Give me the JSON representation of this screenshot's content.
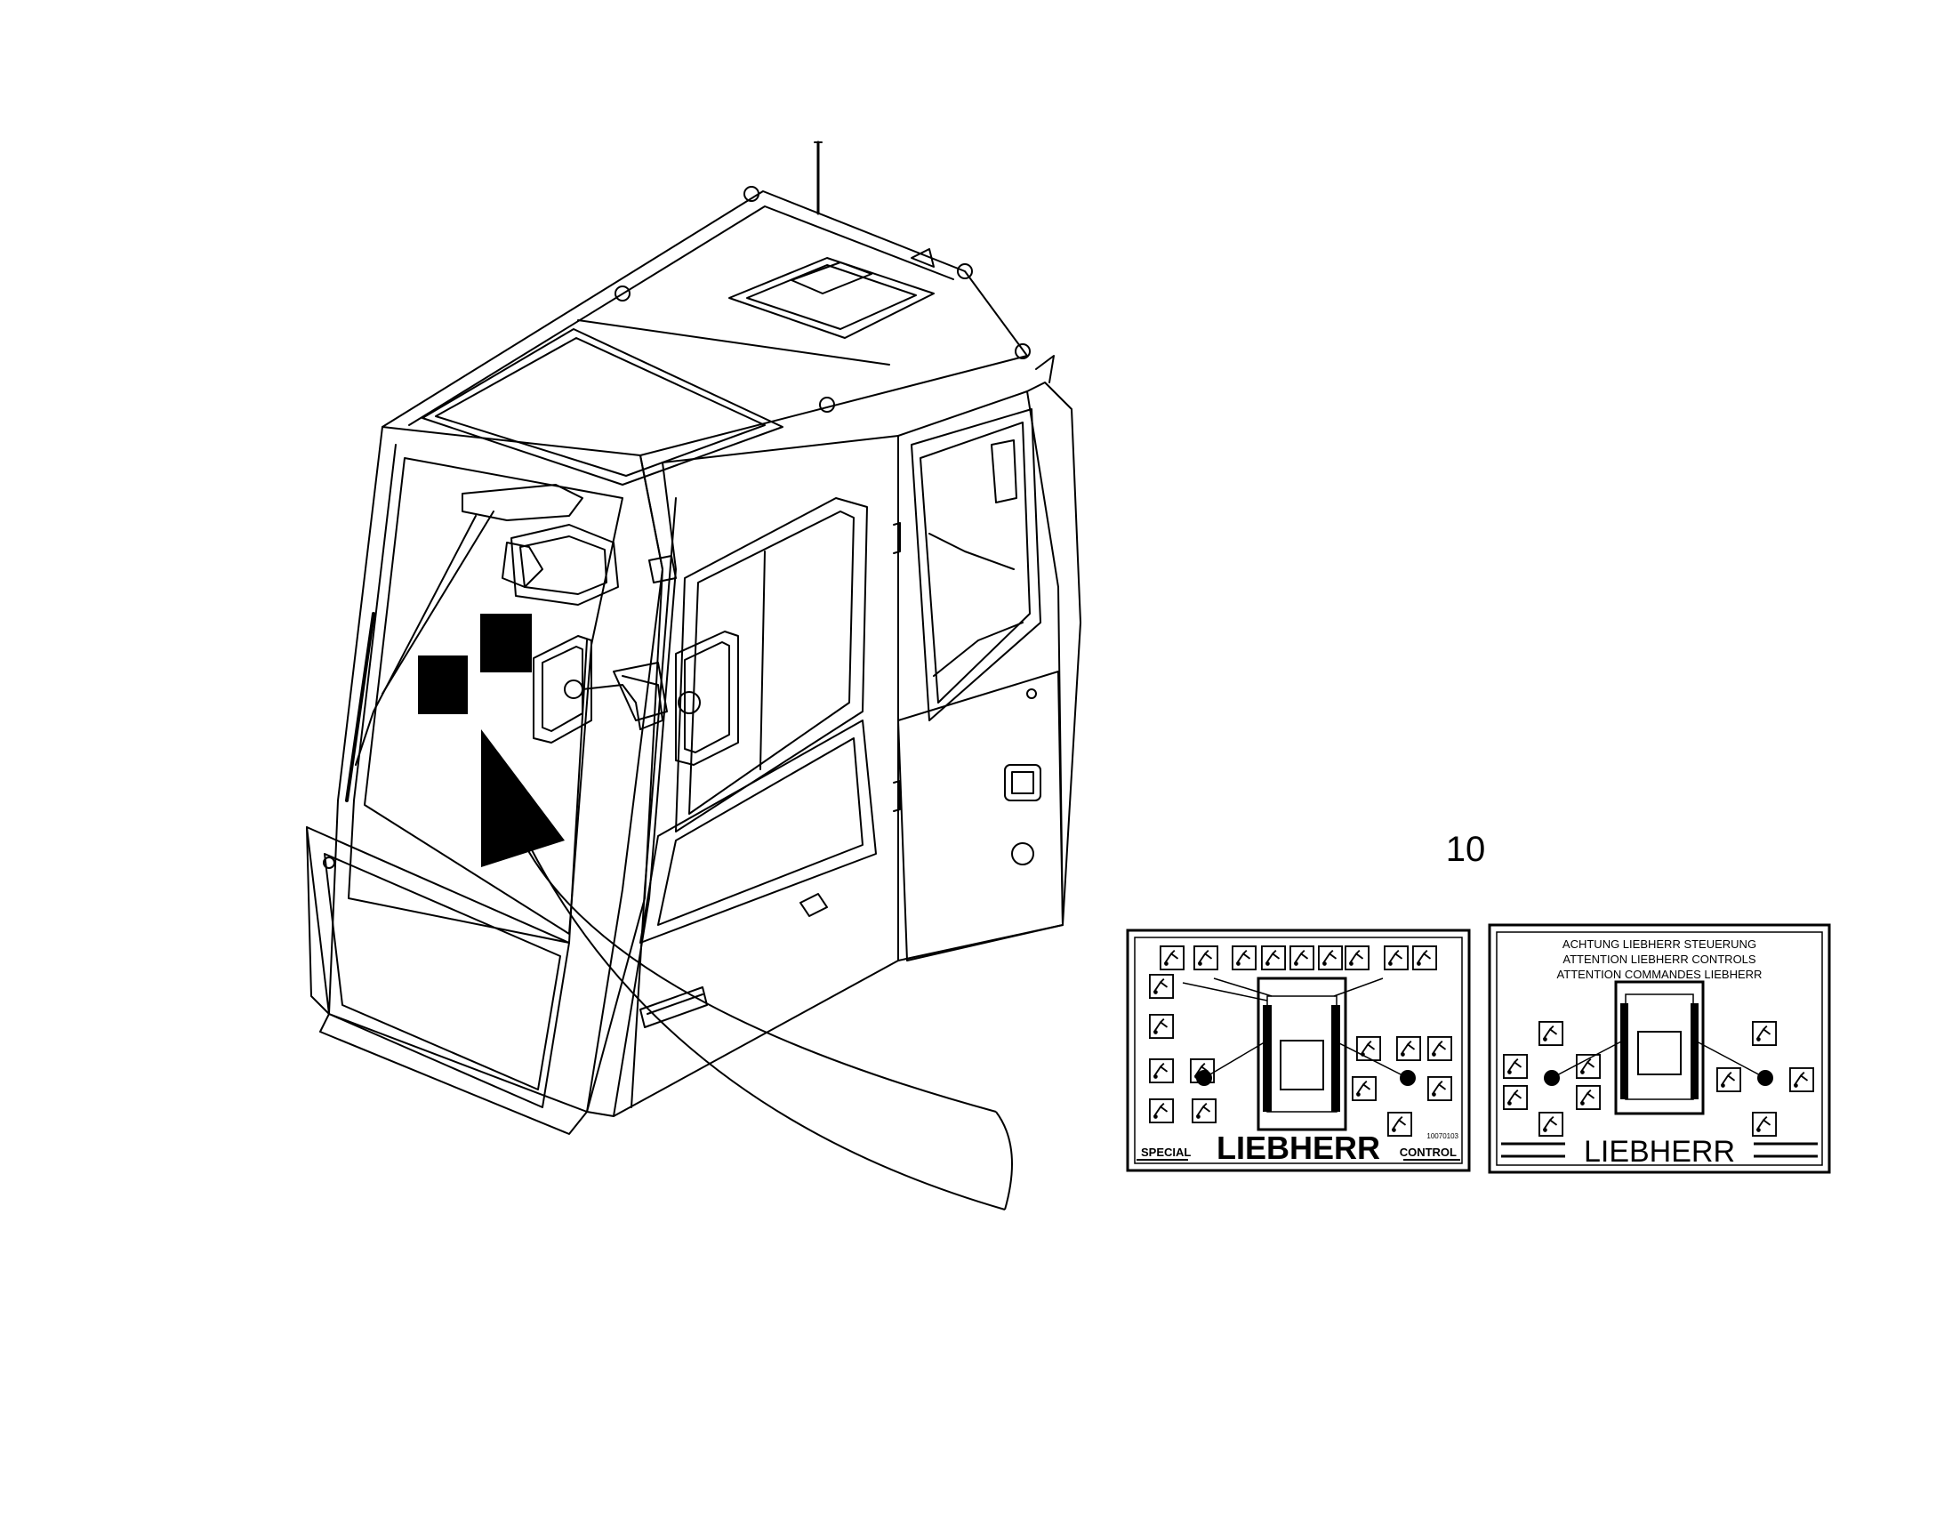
{
  "callout_number": "10",
  "decal_left": {
    "brand": "LIEBHERR",
    "corner_left": "SPECIAL",
    "corner_right": "CONTROL",
    "part_code": "10070103"
  },
  "decal_right": {
    "lines": [
      "ACHTUNG LIEBHERR STEUERUNG",
      "ATTENTION LIEBHERR CONTROLS",
      "ATTENTION COMMANDES LIEBHERR"
    ],
    "brand": "LIEBHERR"
  },
  "colors": {
    "ink": "#000000",
    "paper": "#ffffff"
  }
}
